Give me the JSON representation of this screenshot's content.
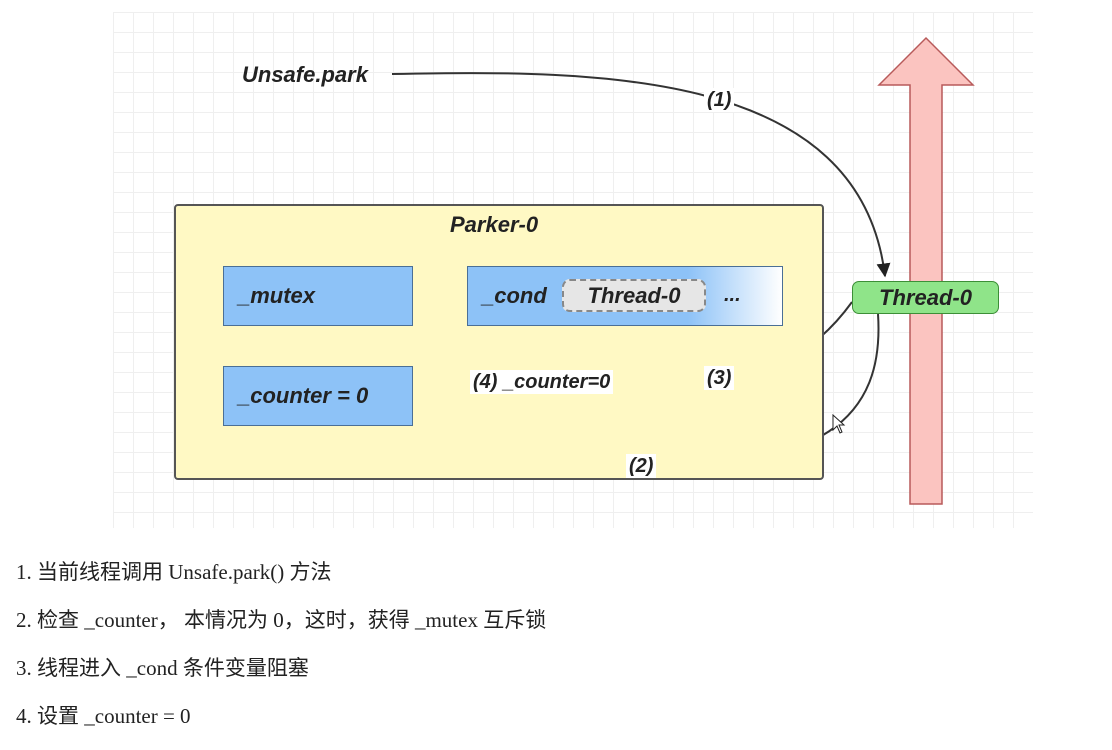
{
  "diagram": {
    "unsafe_park_label": "Unsafe.park",
    "parker_title": "Parker-0",
    "mutex_label": "_mutex",
    "cond_label": "_cond",
    "cond_waiting_thread": "Thread-0",
    "cond_more": "...",
    "counter_label": "_counter = 0",
    "thread_label": "Thread-0",
    "step_1_label": "(1)",
    "step_2_label": "(2)",
    "step_3_label": "(3)",
    "step_4_label": "(4) _counter=0",
    "colors": {
      "parker_fill": "#fff9c4",
      "field_fill": "#8dc2f7",
      "thread_fill": "#8fe489",
      "timeline_arrow": "#fbc4c0"
    }
  },
  "steps": [
    "1. 当前线程调用 Unsafe.park() 方法",
    "2. 检查 _counter， 本情况为 0，这时，获得 _mutex 互斥锁",
    "3. 线程进入 _cond 条件变量阻塞",
    "4. 设置 _counter = 0"
  ]
}
